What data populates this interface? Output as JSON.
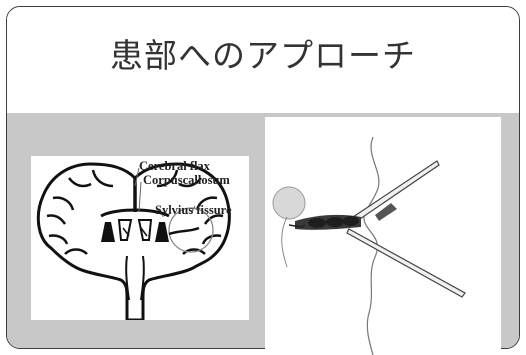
{
  "slide": {
    "title": "患部へのアプローチ"
  },
  "brain_diagram": {
    "labels": {
      "cerebral": "Cerebral flax",
      "corpus": "Corpuscallosum",
      "sylvius": "Sylvius fissure"
    }
  }
}
